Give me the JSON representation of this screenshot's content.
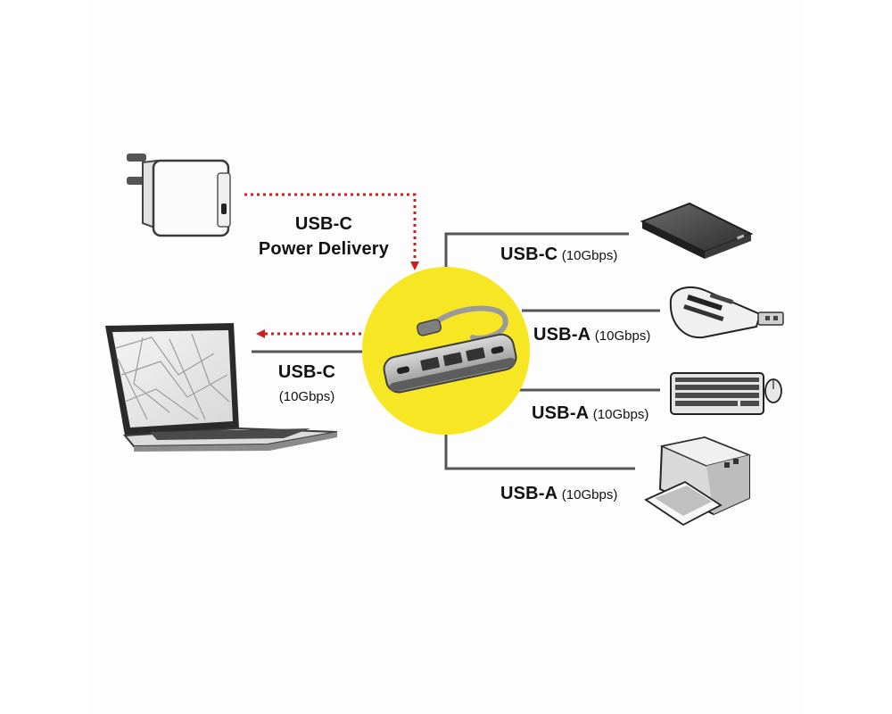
{
  "colors": {
    "hub_circle": "#f7e624",
    "power_arrow": "#cc1f1f",
    "connector_line": "#555555"
  },
  "power": {
    "device": "power-adapter",
    "title": "USB-C",
    "subtitle": "Power Delivery"
  },
  "host": {
    "device": "laptop",
    "port": "USB-C",
    "speed": "(10Gbps)"
  },
  "hub": {
    "device": "usb-c-hub"
  },
  "outputs": [
    {
      "device": "external-ssd",
      "port": "USB-C",
      "speed": "(10Gbps)"
    },
    {
      "device": "card-reader-usb-stick",
      "port": "USB-A",
      "speed": "(10Gbps)"
    },
    {
      "device": "keyboard-and-mouse",
      "port": "USB-A",
      "speed": "(10Gbps)"
    },
    {
      "device": "printer",
      "port": "USB-A",
      "speed": "(10Gbps)"
    }
  ]
}
